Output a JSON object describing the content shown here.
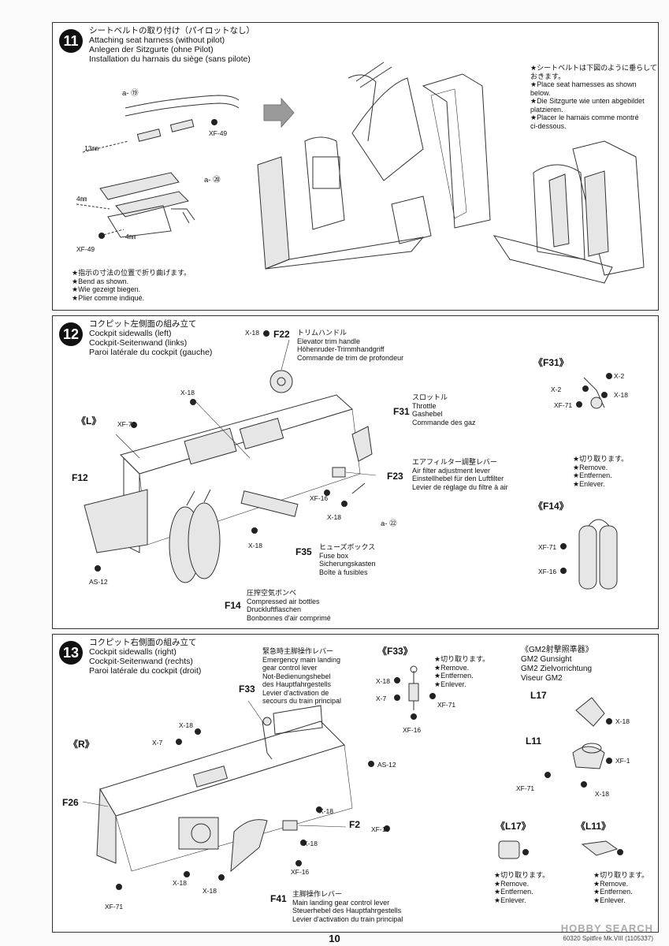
{
  "page_number": "10",
  "footer_text": "60320 Spitfire Mk.VIII (1105337)",
  "watermark": "HOBBY SEARCH",
  "step11": {
    "number": "11",
    "title_ja": "シートベルトの取り付け（パイロットなし）",
    "title_en": "Attaching seat harness (without pilot)",
    "title_de": "Anlegen der Sitzgurte (ohne Pilot)",
    "title_fr": "Installation du harnais du siège (sans pilote)",
    "part_a1": "a- ⑲",
    "part_a2": "a- ⑳",
    "paint_top": "XF-49",
    "paint_bottom": "XF-49",
    "dim_13": "13㎜",
    "dim_4a": "4㎜",
    "dim_4b": "4㎜",
    "note_bend": [
      "★指示の寸法の位置で折り曲げます。",
      "★Bend as shown.",
      "★Wie gezeigt biegen.",
      "★Plier comme indiqué."
    ],
    "note_place": [
      "★シートベルトは下図のように垂らして",
      "おきます。",
      "★Place seat harnesses as shown",
      "below.",
      "★Die Sitzgurte wie unten abgebildet",
      "platzieren.",
      "★Placer le harnais comme montré",
      "ci-dessous."
    ]
  },
  "step12": {
    "number": "12",
    "title_ja": "コクピット左側面の組み立て",
    "title_en": "Cockpit sidewalls (left)",
    "title_de": "Cockpit-Seitenwand (links)",
    "title_fr": "Paroi latérale du cockpit (gauche)",
    "side_label": "《L》",
    "f22": "F22",
    "f22_x": "X-18",
    "f22_desc": [
      "トリムハンドル",
      "Elevator trim handle",
      "Höhenruder-Trimmhandgriff",
      "Commande de trim de profondeur"
    ],
    "f31": "F31",
    "f31_desc": [
      "スロットル",
      "Throttle",
      "Gashebel",
      "Commande des gaz"
    ],
    "f23": "F23",
    "f23_desc": [
      "エアフィルター調整レバー",
      "Air filter adjustment lever",
      "Einstellhebel für den Luftfilter",
      "Levier de réglage du filtre à air"
    ],
    "f35": "F35",
    "f35_desc": [
      "ヒューズボックス",
      "Fuse box",
      "Sicherungskasten",
      "Boîte à fusibles"
    ],
    "f14": "F14",
    "f14_desc": [
      "圧搾空気ボンベ",
      "Compressed air bottles",
      "Druckluftflaschen",
      "Bonbonnes d'air comprimé"
    ],
    "f12": "F12",
    "paints": {
      "x18_top": "X-18",
      "xf71": "XF-71",
      "as12": "AS-12",
      "x18_f35": "X-18",
      "xf16": "XF-16",
      "x18_f23": "X-18"
    },
    "part_a": "a- ㉒",
    "inset_f31": {
      "title": "《F31》",
      "x2a": "X-2",
      "x2b": "X-2",
      "x18": "X-18",
      "xf71": "XF-71"
    },
    "remove_note": [
      "★切り取ります。",
      "★Remove.",
      "★Entfernen.",
      "★Enlever."
    ],
    "inset_f14": {
      "title": "《F14》",
      "xf71": "XF-71",
      "xf16": "XF-16"
    }
  },
  "step13": {
    "number": "13",
    "title_ja": "コクピット右側面の組み立て",
    "title_en": "Cockpit sidewalls (right)",
    "title_de": "Cockpit-Seitenwand (rechts)",
    "title_fr": "Paroi latérale du cockpit (droit)",
    "side_label": "《R》",
    "f33": "F33",
    "f33_desc": [
      "緊急時主脚操作レバー",
      "Emergency main landing",
      "gear control lever",
      "Not-Bedienungshebel",
      "des Hauptfahrgestells",
      "Levier d'activation de",
      "secours du train principal"
    ],
    "f26": "F26",
    "f2": "F2",
    "f41": "F41",
    "f41_desc": [
      "主脚操作レバー",
      "Main landing gear control lever",
      "Steuerhebel des Hauptfahrgestells",
      "Levier d'activation du train principal"
    ],
    "paints": {
      "x18_a": "X-18",
      "x7": "X-7",
      "as12": "AS-12",
      "x18_b": "X-18",
      "xf16_f2": "XF-16",
      "x18_c": "X-18",
      "xf16_f41": "XF-16",
      "x18_d": "X-18",
      "x18_e": "X-18",
      "xf71": "XF-71"
    },
    "inset_f33": {
      "title": "《F33》",
      "x18": "X-18",
      "x7": "X-7",
      "xf71": "XF-71",
      "xf16": "XF-16"
    },
    "remove_note": [
      "★切り取ります。",
      "★Remove.",
      "★Entfernen.",
      "★Enlever."
    ],
    "gunsight": {
      "title_ja": "《GM2射撃照準器》",
      "title_en": "GM2 Gunsight",
      "title_de": "GM2 Zielvorrichtung",
      "title_fr": "Viseur GM2",
      "l17": "L17",
      "l11": "L11",
      "x18a": "X-18",
      "xf1": "XF-1",
      "xf71": "XF-71",
      "x18b": "X-18"
    },
    "inset_l17": {
      "title": "《L17》"
    },
    "inset_l11": {
      "title": "《L11》"
    }
  }
}
